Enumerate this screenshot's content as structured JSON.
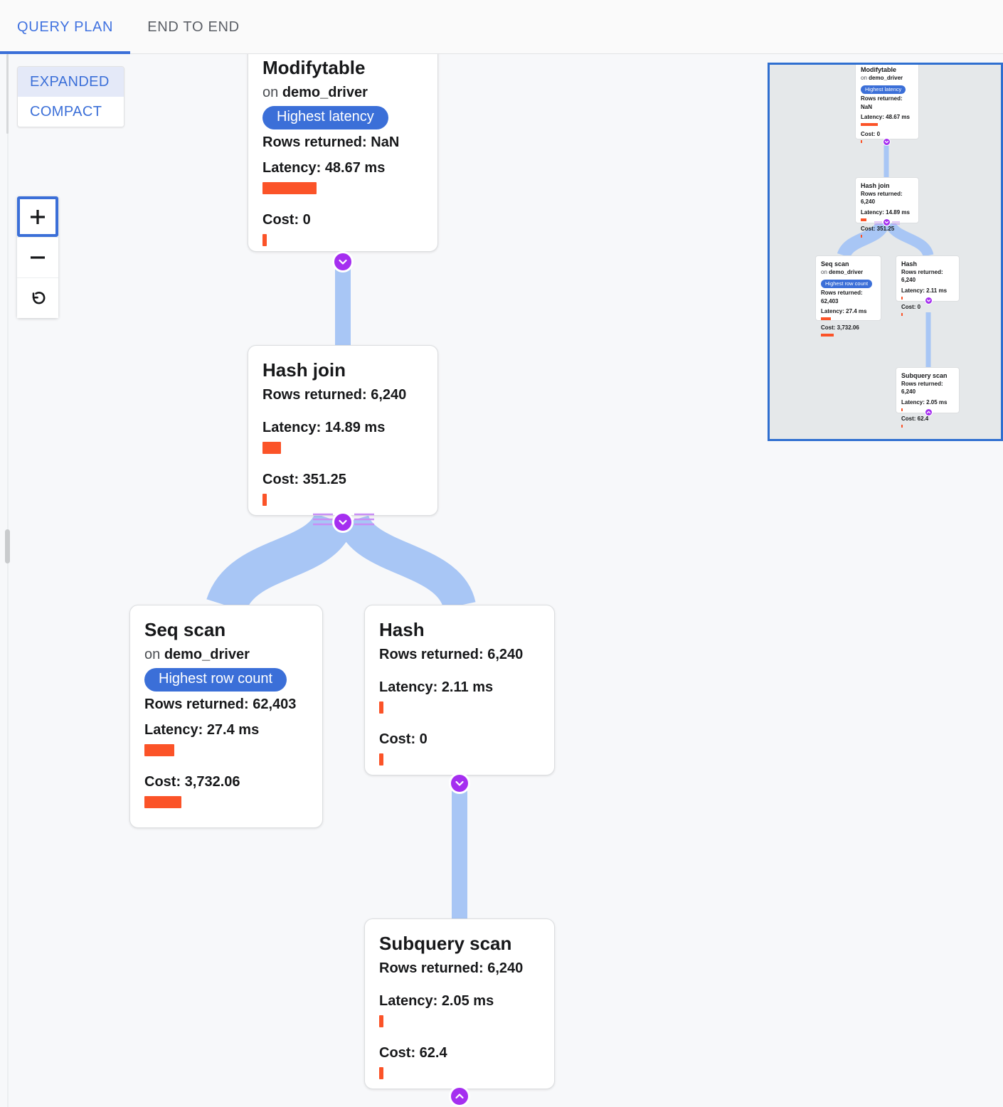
{
  "tabs": [
    {
      "label": "QUERY PLAN",
      "active": true
    },
    {
      "label": "END TO END",
      "active": false
    }
  ],
  "controls": {
    "view_modes": [
      {
        "label": "EXPANDED",
        "selected": true
      },
      {
        "label": "COMPACT",
        "selected": false
      }
    ],
    "zoom_in": "+",
    "zoom_out": "−",
    "reset": "reset-rotate-icon"
  },
  "labels": {
    "on_prefix": "on ",
    "rows_prefix": "Rows returned: ",
    "latency_prefix": "Latency: ",
    "cost_prefix": "Cost: "
  },
  "colors": {
    "accent_blue": "#3b6fd8",
    "tab_active": "#4072e0",
    "bar_orange": "#fb5328",
    "edge_blue": "#a8c6f5",
    "chevron_purple": "#a52ff0",
    "minimap_border": "#2f6fd0",
    "minimap_bg": "#e5e8ea",
    "canvas_bg": "#f7f8fa"
  },
  "plan_nodes": [
    {
      "id": "modifytable",
      "title": "Modifytable",
      "relation": "demo_driver",
      "badge": "Highest latency",
      "rows_returned": "NaN",
      "latency": "48.67 ms",
      "cost": "0",
      "latency_bar_pct": 26,
      "cost_bar_pct": 2
    },
    {
      "id": "hashjoin",
      "title": "Hash join",
      "relation": null,
      "badge": null,
      "rows_returned": "6,240",
      "latency": "14.89 ms",
      "cost": "351.25",
      "latency_bar_pct": 9,
      "cost_bar_pct": 2
    },
    {
      "id": "seqscan",
      "title": "Seq scan",
      "relation": "demo_driver",
      "badge": "Highest row count",
      "rows_returned": "62,403",
      "latency": "27.4 ms",
      "cost": "3,732.06",
      "latency_bar_pct": 17,
      "cost_bar_pct": 22
    },
    {
      "id": "hash",
      "title": "Hash",
      "relation": null,
      "badge": null,
      "rows_returned": "6,240",
      "latency": "2.11 ms",
      "cost": "0",
      "latency_bar_pct": 2,
      "cost_bar_pct": 2
    },
    {
      "id": "subqueryscan",
      "title": "Subquery scan",
      "relation": null,
      "badge": null,
      "rows_returned": "6,240",
      "latency": "2.05 ms",
      "cost": "62.4",
      "latency_bar_pct": 2,
      "cost_bar_pct": 2
    }
  ],
  "edges": [
    {
      "from": "modifytable",
      "to": "hashjoin"
    },
    {
      "from": "hashjoin",
      "to": "seqscan"
    },
    {
      "from": "hashjoin",
      "to": "hash"
    },
    {
      "from": "hash",
      "to": "subqueryscan"
    }
  ],
  "toggles": [
    {
      "node": "modifytable",
      "direction": "down"
    },
    {
      "node": "hashjoin",
      "direction": "down"
    },
    {
      "node": "hash",
      "direction": "down"
    },
    {
      "node": "subqueryscan",
      "direction": "up"
    }
  ]
}
